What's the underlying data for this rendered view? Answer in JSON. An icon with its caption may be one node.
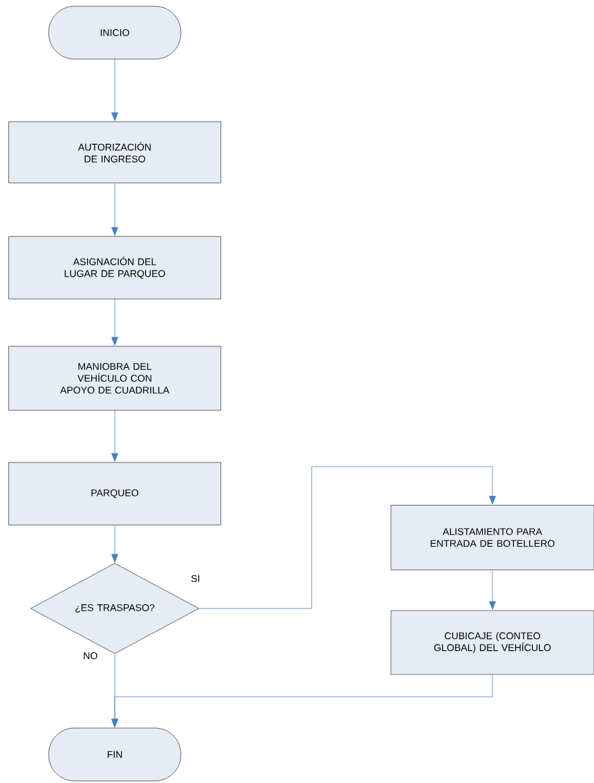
{
  "diagram": {
    "nodes": [
      {
        "text": [
          "INICIO"
        ]
      },
      {
        "text": [
          "AUTORIZACIÓN DE INGRESO"
        ]
      },
      {
        "text": [
          "ASIGNACIÓN DEL LUGAR DE PARQUEO"
        ]
      },
      {
        "text": [
          "MANIOBRA DEL VEHÍCULO CON APOYO DE CUADRILLA"
        ]
      },
      {
        "text": [
          "PARQUEO"
        ]
      },
      {
        "text": [
          "¿ES TRASPASO?"
        ]
      },
      {
        "text": [
          "ALISTAMIENTO PARA ENTRADA DE BOTELLERO"
        ]
      },
      {
        "text": [
          "CUBICAJE (CONTEO GLOBAL) DEL VEHÍCULO"
        ]
      },
      {
        "text": [
          "FIN"
        ]
      }
    ],
    "edges": [
      {
        "from": 0,
        "to": 1,
        "arrow": "to"
      },
      {
        "from": 1,
        "to": 2,
        "arrow": "to"
      },
      {
        "from": 2,
        "to": 3,
        "arrow": "to"
      },
      {
        "from": 3,
        "to": 4,
        "arrow": "to"
      },
      {
        "from": 4,
        "to": 5,
        "arrow": "to"
      },
      {
        "from": 5,
        "to": 6,
        "arrow": "to",
        "label": "SI"
      },
      {
        "from": 6,
        "to": 7,
        "arrow": "to"
      },
      {
        "from": 5,
        "to": 8,
        "arrow": "to",
        "label": "NO"
      },
      {
        "from": 7,
        "to": 8,
        "arrow": "to"
      }
    ]
  }
}
